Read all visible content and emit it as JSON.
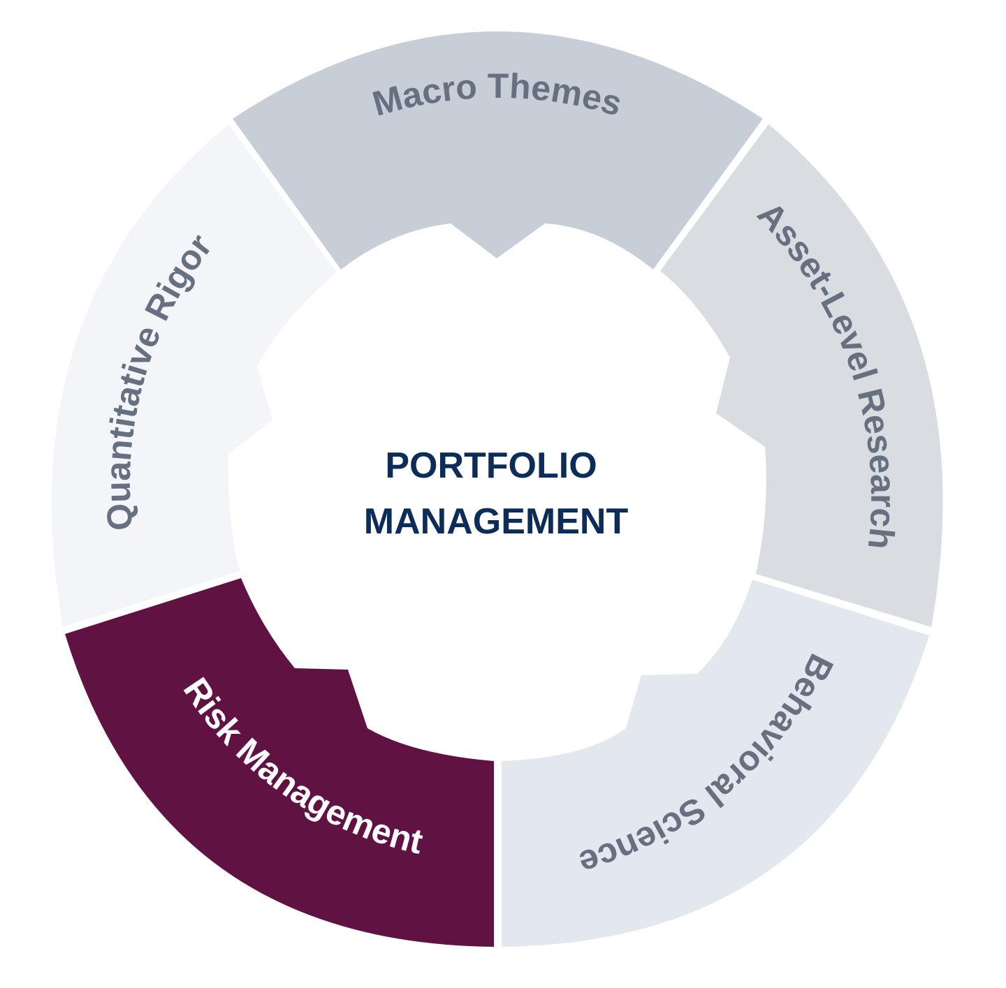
{
  "center": {
    "line1": "PORTFOLIO",
    "line2": "MANAGEMENT"
  },
  "segments": [
    {
      "label": "Macro Themes",
      "fill": "#c7ced7",
      "text_color": "#667080"
    },
    {
      "label": "Asset-Level Research",
      "fill": "#d9dde2",
      "text_color": "#667080"
    },
    {
      "label": "Behavioral Science",
      "fill": "#e3e7ee",
      "text_color": "#667080"
    },
    {
      "label": "Risk Management",
      "fill": "#601243",
      "text_color": "#ffffff"
    },
    {
      "label": "Quantitative Rigor",
      "fill": "#f3f5f9",
      "text_color": "#667080"
    }
  ]
}
